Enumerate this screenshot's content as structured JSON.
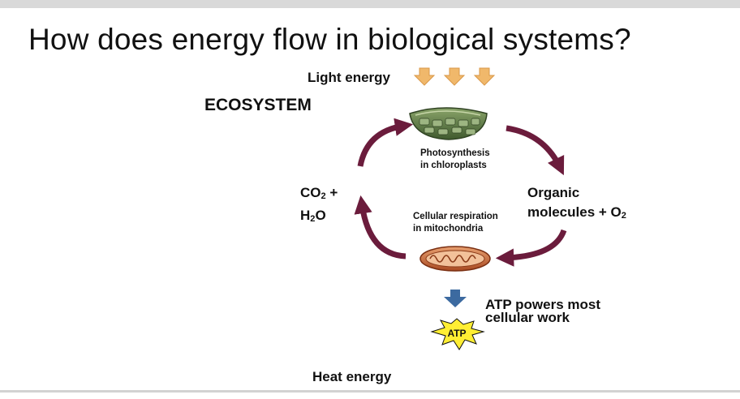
{
  "title": "How does energy flow in biological systems?",
  "diagram": {
    "light_label": "Light energy",
    "ecosystem_label": "ECOSYSTEM",
    "photosynthesis_line1": "Photosynthesis",
    "photosynthesis_line2": "in chloroplasts",
    "respiration_line1": "Cellular respiration",
    "respiration_line2": "in mitochondria",
    "co2_main": "CO",
    "co2_sub": "2",
    "co2_plus": " +",
    "h2o_h": "H",
    "h2o_sub": "2",
    "h2o_o": "O",
    "organic_line1": "Organic",
    "organic_line2_main": "molecules + O",
    "organic_line2_sub": "2",
    "atp_line1": "ATP powers most",
    "atp_line2": "cellular work",
    "atp_badge": "ATP",
    "heat_label": "Heat energy"
  },
  "colors": {
    "cycle_arrow": "#6b1c3c",
    "light_arrow": "#f0b86b",
    "down_arrow": "#3c6aa0",
    "atp_star": "#ffee33",
    "chloroplast": "#5f7d4a",
    "mitochondrion": "#c86a3c"
  },
  "icons": [
    "light-arrow-icon",
    "chloroplast-icon",
    "mitochondrion-icon",
    "cycle-arrow-icon",
    "down-arrow-icon",
    "atp-star-icon"
  ]
}
